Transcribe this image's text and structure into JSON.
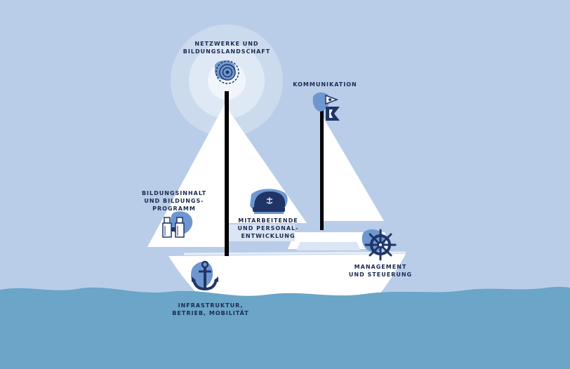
{
  "colors": {
    "sky": "#b9cde9",
    "sea": "#6ba5c8",
    "sail": "#ffffff",
    "mast": "#000000",
    "icon_navy": "#1f3568",
    "icon_blob": "#6f97cf",
    "text": "#1a2a50"
  },
  "labels": {
    "networks": [
      "NETZWERKE UND",
      "BILDUNGSLANDSCHAFT"
    ],
    "communication": [
      "KOMMUNIKATION"
    ],
    "education": [
      "BILDUNGSINHALT",
      "UND BILDUNGS-",
      "PROGRAMM"
    ],
    "staff": [
      "MITARBEITENDE",
      "UND PERSONAL-",
      "ENTWICKLUNG"
    ],
    "management": [
      "MANAGEMENT",
      "UND STEUERUNG"
    ],
    "infrastructure": [
      "INFRASTRUKTUR,",
      "BETRIEB, MOBILITÄT"
    ]
  },
  "icons": {
    "networks": "signal-radar-icon",
    "communication": "signal-flags-icon",
    "education": "binoculars-icon",
    "staff": "captain-hat-icon",
    "management": "ship-wheel-icon",
    "infrastructure": "anchor-icon"
  }
}
